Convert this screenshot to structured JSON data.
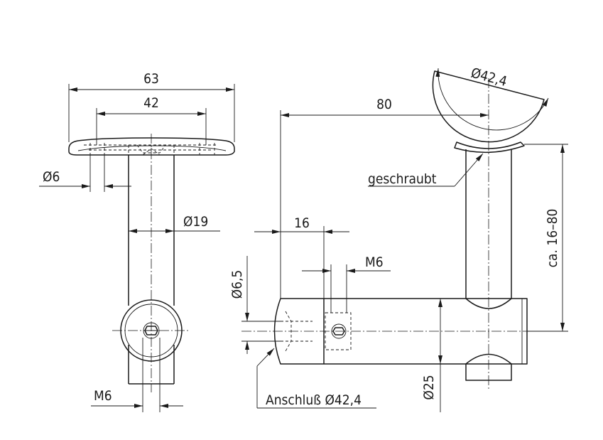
{
  "labels": {
    "dim_63": "63",
    "dim_42": "42",
    "dim_d6": "Ø6",
    "dim_d19": "Ø19",
    "dim_m6_left": "M6",
    "dim_80": "80",
    "dim_d42_4": "Ø42,4",
    "note_geschraubt": "geschraubt",
    "dim_ca": "ca. 16–80",
    "dim_16": "16",
    "dim_m6_right": "M6",
    "dim_d6_5": "Ø6,5",
    "note_anschluss": "Anschluß Ø42,4",
    "dim_d25": "Ø25"
  }
}
